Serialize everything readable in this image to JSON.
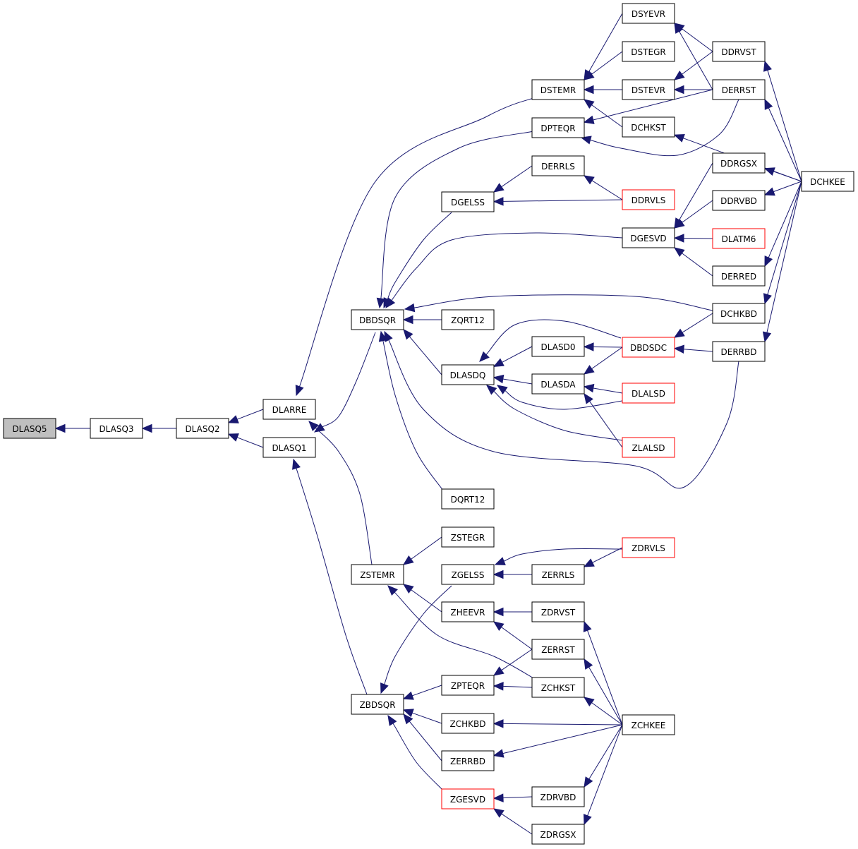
{
  "graph": {
    "colors": {
      "edge": "#191970",
      "node_border": "#000000",
      "node_border_truncated": "#ff0000",
      "root_fill": "#bfbfbf"
    },
    "nodes": [
      {
        "id": "DLASQ5",
        "label": "DLASQ5",
        "style": "root"
      },
      {
        "id": "DLASQ3",
        "label": "DLASQ3",
        "style": "normal"
      },
      {
        "id": "DLASQ2",
        "label": "DLASQ2",
        "style": "normal"
      },
      {
        "id": "DLARRE",
        "label": "DLARRE",
        "style": "normal"
      },
      {
        "id": "DLASQ1",
        "label": "DLASQ1",
        "style": "normal"
      },
      {
        "id": "DSYEVR",
        "label": "DSYEVR",
        "style": "normal"
      },
      {
        "id": "DSTEGR",
        "label": "DSTEGR",
        "style": "normal"
      },
      {
        "id": "DSTEMR",
        "label": "DSTEMR",
        "style": "normal"
      },
      {
        "id": "DSTEVR",
        "label": "DSTEVR",
        "style": "normal"
      },
      {
        "id": "DDRVST",
        "label": "DDRVST",
        "style": "normal"
      },
      {
        "id": "DERRST",
        "label": "DERRST",
        "style": "normal"
      },
      {
        "id": "DPTEQR",
        "label": "DPTEQR",
        "style": "normal"
      },
      {
        "id": "DCHKST",
        "label": "DCHKST",
        "style": "normal"
      },
      {
        "id": "DERRLS",
        "label": "DERRLS",
        "style": "normal"
      },
      {
        "id": "DGELSS",
        "label": "DGELSS",
        "style": "normal"
      },
      {
        "id": "DDRVLS",
        "label": "DDRVLS",
        "style": "red"
      },
      {
        "id": "DDRGSX",
        "label": "DDRGSX",
        "style": "normal"
      },
      {
        "id": "DCHKEE",
        "label": "DCHKEE",
        "style": "normal"
      },
      {
        "id": "DDRVBD",
        "label": "DDRVBD",
        "style": "normal"
      },
      {
        "id": "DGESVD",
        "label": "DGESVD",
        "style": "normal"
      },
      {
        "id": "DLATM6",
        "label": "DLATM6",
        "style": "red"
      },
      {
        "id": "DERRED",
        "label": "DERRED",
        "style": "normal"
      },
      {
        "id": "DBDSQR",
        "label": "DBDSQR",
        "style": "normal"
      },
      {
        "id": "ZQRT12",
        "label": "ZQRT12",
        "style": "normal"
      },
      {
        "id": "DCHKBD",
        "label": "DCHKBD",
        "style": "normal"
      },
      {
        "id": "DLASD0",
        "label": "DLASD0",
        "style": "normal"
      },
      {
        "id": "DBDSDC",
        "label": "DBDSDC",
        "style": "red"
      },
      {
        "id": "DERRBD",
        "label": "DERRBD",
        "style": "normal"
      },
      {
        "id": "DLASDQ",
        "label": "DLASDQ",
        "style": "normal"
      },
      {
        "id": "DLASDA",
        "label": "DLASDA",
        "style": "normal"
      },
      {
        "id": "DLALSD",
        "label": "DLALSD",
        "style": "red"
      },
      {
        "id": "ZLALSD",
        "label": "ZLALSD",
        "style": "red"
      },
      {
        "id": "DQRT12",
        "label": "DQRT12",
        "style": "normal"
      },
      {
        "id": "ZSTEGR",
        "label": "ZSTEGR",
        "style": "normal"
      },
      {
        "id": "ZSTEMR",
        "label": "ZSTEMR",
        "style": "normal"
      },
      {
        "id": "ZGELSS",
        "label": "ZGELSS",
        "style": "normal"
      },
      {
        "id": "ZDRVLS",
        "label": "ZDRVLS",
        "style": "red"
      },
      {
        "id": "ZERRLS",
        "label": "ZERRLS",
        "style": "normal"
      },
      {
        "id": "ZHEEVR",
        "label": "ZHEEVR",
        "style": "normal"
      },
      {
        "id": "ZDRVST",
        "label": "ZDRVST",
        "style": "normal"
      },
      {
        "id": "ZERRST",
        "label": "ZERRST",
        "style": "normal"
      },
      {
        "id": "ZPTEQR",
        "label": "ZPTEQR",
        "style": "normal"
      },
      {
        "id": "ZCHKST",
        "label": "ZCHKST",
        "style": "normal"
      },
      {
        "id": "ZBDSQR",
        "label": "ZBDSQR",
        "style": "normal"
      },
      {
        "id": "ZCHKBD",
        "label": "ZCHKBD",
        "style": "normal"
      },
      {
        "id": "ZCHKEE",
        "label": "ZCHKEE",
        "style": "normal"
      },
      {
        "id": "ZERRBD",
        "label": "ZERRBD",
        "style": "normal"
      },
      {
        "id": "ZGESVD",
        "label": "ZGESVD",
        "style": "red"
      },
      {
        "id": "ZDRVBD",
        "label": "ZDRVBD",
        "style": "normal"
      },
      {
        "id": "ZDRGSX",
        "label": "ZDRGSX",
        "style": "normal"
      }
    ],
    "edges": [
      {
        "from": "DLASQ3",
        "to": "DLASQ5"
      },
      {
        "from": "DLASQ2",
        "to": "DLASQ3"
      },
      {
        "from": "DLARRE",
        "to": "DLASQ2"
      },
      {
        "from": "DLASQ1",
        "to": "DLASQ2"
      },
      {
        "from": "DSTEMR",
        "to": "DLARRE"
      },
      {
        "from": "ZSTEMR",
        "to": "DLARRE"
      },
      {
        "from": "DBDSQR",
        "to": "DLASQ1"
      },
      {
        "from": "ZBDSQR",
        "to": "DLASQ1"
      },
      {
        "from": "DSYEVR",
        "to": "DSTEMR"
      },
      {
        "from": "DSTEGR",
        "to": "DSTEMR"
      },
      {
        "from": "DSTEVR",
        "to": "DSTEMR"
      },
      {
        "from": "DCHKST",
        "to": "DSTEMR"
      },
      {
        "from": "DDRVST",
        "to": "DSYEVR"
      },
      {
        "from": "DERRST",
        "to": "DSYEVR"
      },
      {
        "from": "DDRVST",
        "to": "DSTEVR"
      },
      {
        "from": "DERRST",
        "to": "DSTEVR"
      },
      {
        "from": "DCHKEE",
        "to": "DDRVST"
      },
      {
        "from": "DCHKEE",
        "to": "DERRST"
      },
      {
        "from": "DCHKST",
        "to": "DPTEQR"
      },
      {
        "from": "DERRST",
        "to": "DPTEQR"
      },
      {
        "from": "DCHKEE",
        "to": "DCHKST"
      },
      {
        "from": "DPTEQR",
        "to": "DBDSQR"
      },
      {
        "from": "DGELSS",
        "to": "DBDSQR"
      },
      {
        "from": "DERRLS",
        "to": "DGELSS"
      },
      {
        "from": "DDRVLS",
        "to": "DGELSS"
      },
      {
        "from": "DDRVLS",
        "to": "DERRLS"
      },
      {
        "from": "DCHKEE",
        "to": "DDRGSX"
      },
      {
        "from": "DCHKEE",
        "to": "DDRVBD"
      },
      {
        "from": "DDRGSX",
        "to": "DGESVD"
      },
      {
        "from": "DDRVBD",
        "to": "DGESVD"
      },
      {
        "from": "DLATM6",
        "to": "DGESVD"
      },
      {
        "from": "DERRED",
        "to": "DGESVD"
      },
      {
        "from": "DCHKEE",
        "to": "DERRED"
      },
      {
        "from": "DGESVD",
        "to": "DBDSQR"
      },
      {
        "from": "DCHKBD",
        "to": "DBDSQR"
      },
      {
        "from": "DCHKEE",
        "to": "DCHKBD"
      },
      {
        "from": "ZQRT12",
        "to": "DBDSQR"
      },
      {
        "from": "DLASDQ",
        "to": "DBDSQR"
      },
      {
        "from": "DQRT12",
        "to": "DBDSQR"
      },
      {
        "from": "DERRBD",
        "to": "DBDSQR"
      },
      {
        "from": "DCHKEE",
        "to": "DERRBD"
      },
      {
        "from": "DCHKBD",
        "to": "DBDSDC"
      },
      {
        "from": "DERRBD",
        "to": "DBDSDC"
      },
      {
        "from": "DBDSDC",
        "to": "DLASD0"
      },
      {
        "from": "DBDSDC",
        "to": "DLASDA"
      },
      {
        "from": "DBDSDC",
        "to": "DLASDQ"
      },
      {
        "from": "DLASD0",
        "to": "DLASDQ"
      },
      {
        "from": "DLASDA",
        "to": "DLASDQ"
      },
      {
        "from": "DLALSD",
        "to": "DLASDA"
      },
      {
        "from": "ZLALSD",
        "to": "DLASDA"
      },
      {
        "from": "DLALSD",
        "to": "DLASDQ"
      },
      {
        "from": "ZLALSD",
        "to": "DLASDQ"
      },
      {
        "from": "ZSTEGR",
        "to": "ZSTEMR"
      },
      {
        "from": "ZHEEVR",
        "to": "ZSTEMR"
      },
      {
        "from": "ZCHKST",
        "to": "ZSTEMR"
      },
      {
        "from": "ZDRVLS",
        "to": "ZGELSS"
      },
      {
        "from": "ZERRLS",
        "to": "ZGELSS"
      },
      {
        "from": "ZDRVLS",
        "to": "ZERRLS"
      },
      {
        "from": "ZDRVST",
        "to": "ZHEEVR"
      },
      {
        "from": "ZERRST",
        "to": "ZHEEVR"
      },
      {
        "from": "ZCHKEE",
        "to": "ZDRVST"
      },
      {
        "from": "ZCHKEE",
        "to": "ZERRST"
      },
      {
        "from": "ZERRST",
        "to": "ZPTEQR"
      },
      {
        "from": "ZCHKST",
        "to": "ZPTEQR"
      },
      {
        "from": "ZCHKEE",
        "to": "ZCHKST"
      },
      {
        "from": "ZGELSS",
        "to": "ZBDSQR"
      },
      {
        "from": "ZPTEQR",
        "to": "ZBDSQR"
      },
      {
        "from": "ZCHKBD",
        "to": "ZBDSQR"
      },
      {
        "from": "ZERRBD",
        "to": "ZBDSQR"
      },
      {
        "from": "ZGESVD",
        "to": "ZBDSQR"
      },
      {
        "from": "ZCHKEE",
        "to": "ZCHKBD"
      },
      {
        "from": "ZCHKEE",
        "to": "ZERRBD"
      },
      {
        "from": "ZDRVBD",
        "to": "ZGESVD"
      },
      {
        "from": "ZDRGSX",
        "to": "ZGESVD"
      },
      {
        "from": "ZCHKEE",
        "to": "ZDRVBD"
      },
      {
        "from": "ZCHKEE",
        "to": "ZDRGSX"
      }
    ]
  }
}
